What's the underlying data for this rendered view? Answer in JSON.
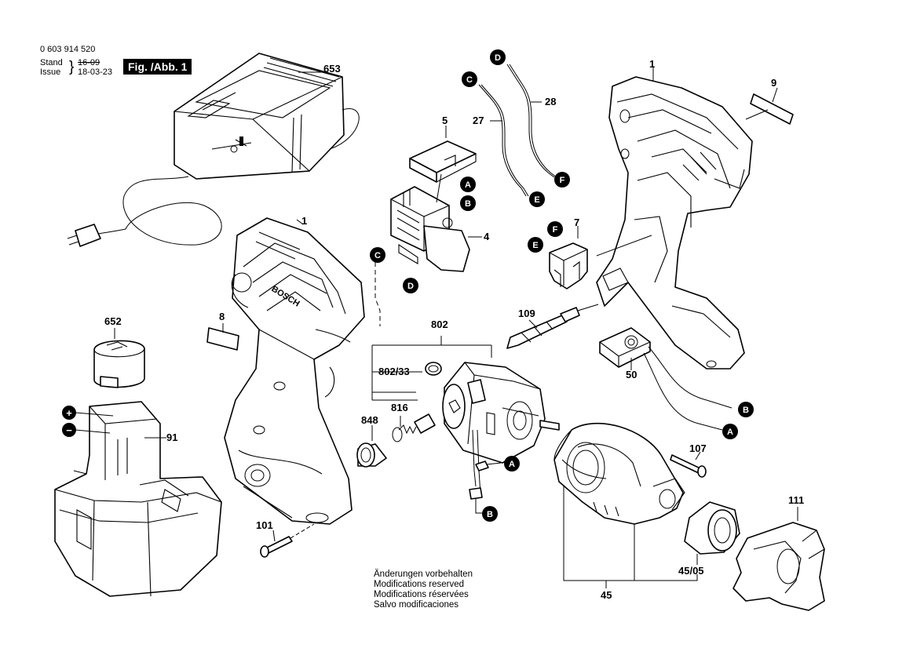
{
  "header": {
    "part_number": "0 603 914 520",
    "stand_label": "Stand",
    "issue_label": "Issue",
    "stand_value": "16-09",
    "issue_value": "18-03-23",
    "figure_label": "Fig. /Abb. 1"
  },
  "notes": [
    "Änderungen vorbehalten",
    "Modifications reserved",
    "Modifications réservées",
    "Salvo modificaciones"
  ],
  "part_labels": {
    "p653": "653",
    "p1_left": "1",
    "p1_right": "1",
    "p9": "9",
    "p5": "5",
    "p27": "27",
    "p28": "28",
    "p4": "4",
    "p7": "7",
    "p8": "8",
    "p652": "652",
    "p91": "91",
    "p101": "101",
    "p802": "802",
    "p802_33": "802/33",
    "p816": "816",
    "p848": "848",
    "p109": "109",
    "p50": "50",
    "p107": "107",
    "p111": "111",
    "p45_05": "45/05",
    "p45": "45"
  },
  "connectors": {
    "A": "A",
    "B": "B",
    "C": "C",
    "D": "D",
    "E": "E",
    "F": "F"
  },
  "polarity": {
    "plus": "+",
    "minus": "−"
  },
  "housing_brand": "BOSCH"
}
